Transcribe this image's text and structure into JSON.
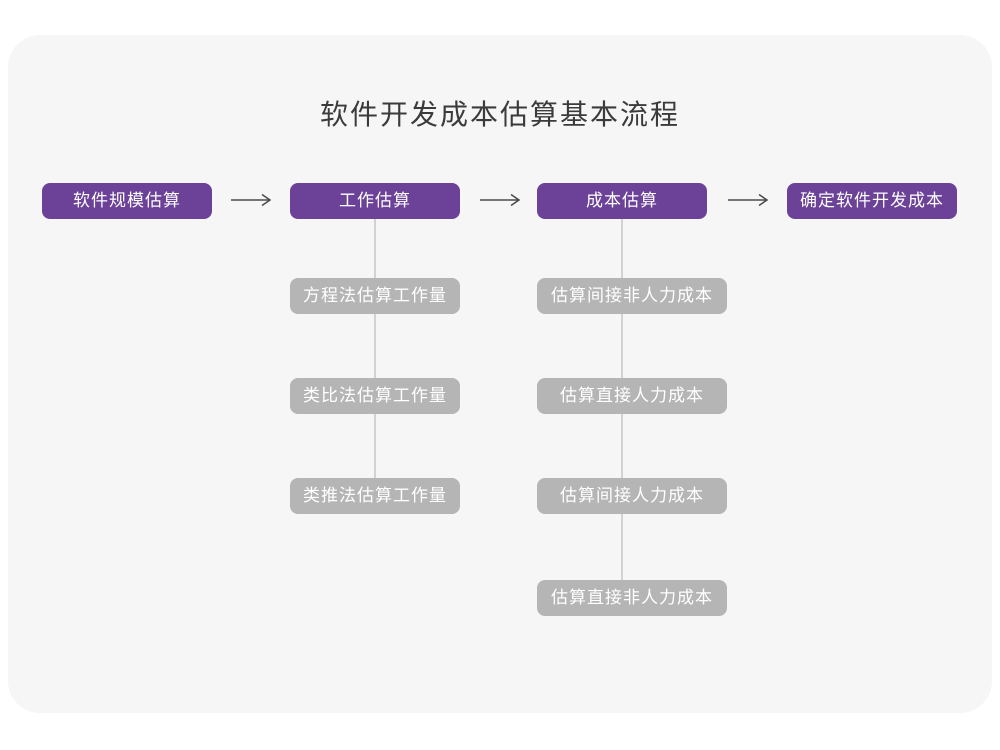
{
  "title": "软件开发成本估算基本流程",
  "colors": {
    "page_bg": "#ffffff",
    "card_bg": "#f6f6f6",
    "stage_box": "#6c4198",
    "sub_box": "#b5b5b5",
    "connector_line": "#d2d2d2",
    "arrow": "#4a4a4a",
    "title_text": "#3b3b3b",
    "box_text": "#ffffff"
  },
  "flow": {
    "stages": [
      {
        "label": "软件规模估算",
        "substeps": []
      },
      {
        "label": "工作估算",
        "substeps": [
          "方程法估算工作量",
          "类比法估算工作量",
          "类推法估算工作量"
        ]
      },
      {
        "label": "成本估算",
        "substeps": [
          "估算间接非人力成本",
          "估算直接人力成本",
          "估算间接人力成本",
          "估算直接非人力成本"
        ]
      },
      {
        "label": "确定软件开发成本",
        "substeps": []
      }
    ]
  }
}
